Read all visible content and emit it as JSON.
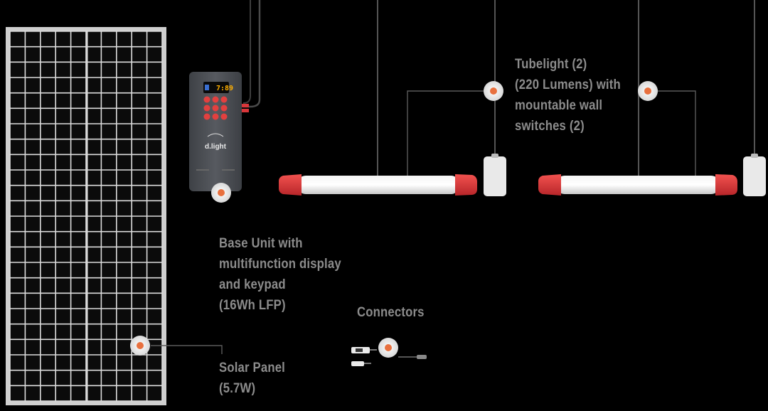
{
  "colors": {
    "background": "#000000",
    "label_text": "#8c8c8c",
    "accent_red": "#d9363a",
    "hotspot_center": "#e8703e",
    "panel_frame": "#d8d8d8",
    "base_unit_body": "#4a4d52",
    "display_digits": "#ffb000"
  },
  "labels": {
    "tubelight": [
      "Tubelight (2)",
      "(220 Lumens) with",
      "mountable wall",
      "switches (2)"
    ],
    "base_unit": [
      "Base Unit with",
      "multifunction display",
      "and keypad",
      "(16Wh LFP)"
    ],
    "connectors": "Connectors",
    "solar_panel": [
      "Solar Panel",
      "(5.7W)"
    ]
  },
  "device": {
    "display_value": "7:89",
    "brand": "d.light"
  }
}
